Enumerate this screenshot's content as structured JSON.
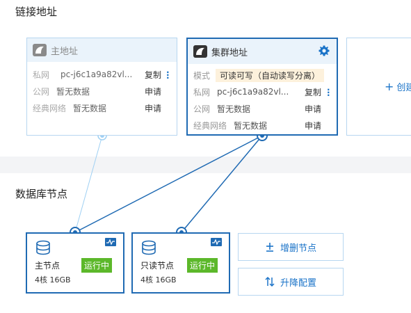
{
  "sections": {
    "endpoints_title": "链接地址",
    "nodes_title": "数据库节点"
  },
  "main_endpoint": {
    "title": "主地址",
    "rows": [
      {
        "label": "私网",
        "value": "pc-j6c1a9a82vl...",
        "action": "复制"
      },
      {
        "label": "公网",
        "value": "暂无数据",
        "action": "申请"
      },
      {
        "label": "经典网络",
        "value": "暂无数据",
        "action": "申请"
      }
    ]
  },
  "cluster_endpoint": {
    "title": "集群地址",
    "mode_label": "模式",
    "mode_value": "可读可写（自动读写分离）",
    "rows": [
      {
        "label": "私网",
        "value": "pc-j6c1a9a82vl...",
        "action": "复制"
      },
      {
        "label": "公网",
        "value": "暂无数据",
        "action": "申请"
      },
      {
        "label": "经典网络",
        "value": "暂无数据",
        "action": "申请"
      }
    ]
  },
  "create_card": {
    "label": "创建"
  },
  "nodes": [
    {
      "title": "主节点",
      "spec": "4核 16GB",
      "status": "运行中"
    },
    {
      "title": "只读节点",
      "spec": "4核 16GB",
      "status": "运行中"
    }
  ],
  "actions": {
    "add_remove_nodes": "增删节点",
    "upgrade_downgrade": "升降配置"
  },
  "colors": {
    "accent": "#1a73c8",
    "border_active": "#1f6ab3",
    "border_light": "#b7d6f0",
    "status_running": "#5cb82a",
    "mode_bg": "#fdf1dc"
  }
}
